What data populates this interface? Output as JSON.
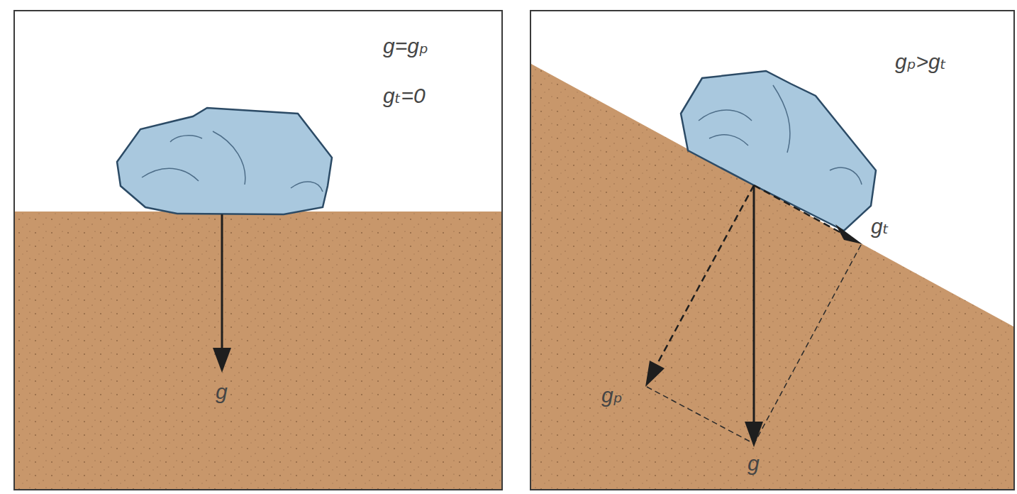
{
  "diagram": {
    "labels": [
      "g=gₚ",
      "gₜ=0",
      "g",
      "gₚ>gₜ",
      "gₚ",
      "g",
      "gₜ"
    ]
  }
}
